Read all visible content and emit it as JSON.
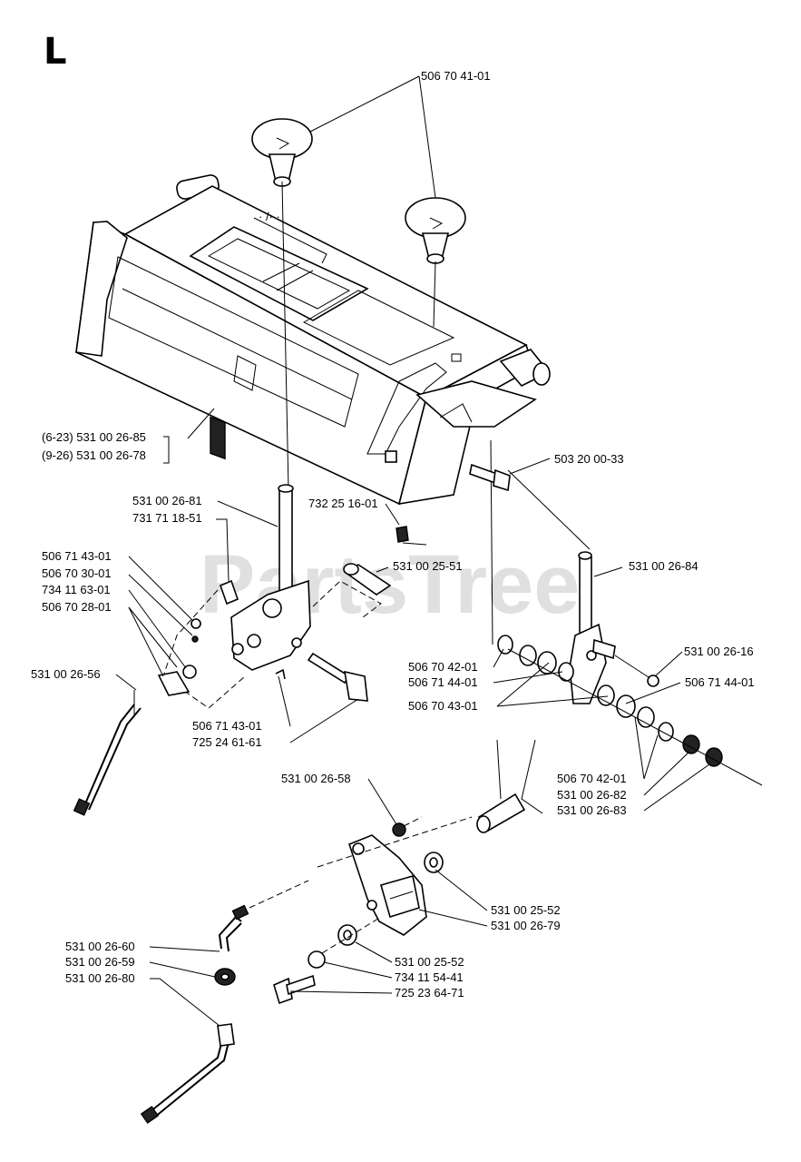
{
  "section_letter": "L",
  "watermark": "PartsTree",
  "part_labels": {
    "knob": "506 70 41-01",
    "housing_a": "(6-23) 531 00 26-85",
    "housing_b": "(9-26) 531 00 26-78",
    "bolt_right": "503 20 00-33",
    "lever_left": "531 00 26-81",
    "pin_left": "731 71 18-51",
    "nut_center": "732 25 16-01",
    "sleeve_center": "531 00 25-51",
    "lever_right": "531 00 26-84",
    "clip_1": "506 71 43-01",
    "washer_1": "506 70 30-01",
    "nut_1": "734 11 63-01",
    "bushing_1": "506 70 28-01",
    "rod_left": "531 00 26-56",
    "clip_2": "506 71 43-01",
    "bolt_left": "725 24 61-61",
    "nut_right_small": "531 00 26-16",
    "washer_r1": "506 70 42-01",
    "washer_r2": "506 71 44-01",
    "washer_r3": "506 71 44-01",
    "washer_r4": "506 70 43-01",
    "washer_r5": "506 70 42-01",
    "nut_r6": "531 00 26-82",
    "nut_r7": "531 00 26-83",
    "washer_lower": "531 00 26-58",
    "bushing_lower_a": "531 00 25-52",
    "bracket_lower": "531 00 26-79",
    "elbow": "531 00 26-60",
    "nut_elbow": "531 00 26-59",
    "rod_lower": "531 00 26-80",
    "bushing_lower_b": "531 00 25-52",
    "washer_lower_b": "734 11 54-41",
    "screw_lower": "725 23 64-71"
  }
}
